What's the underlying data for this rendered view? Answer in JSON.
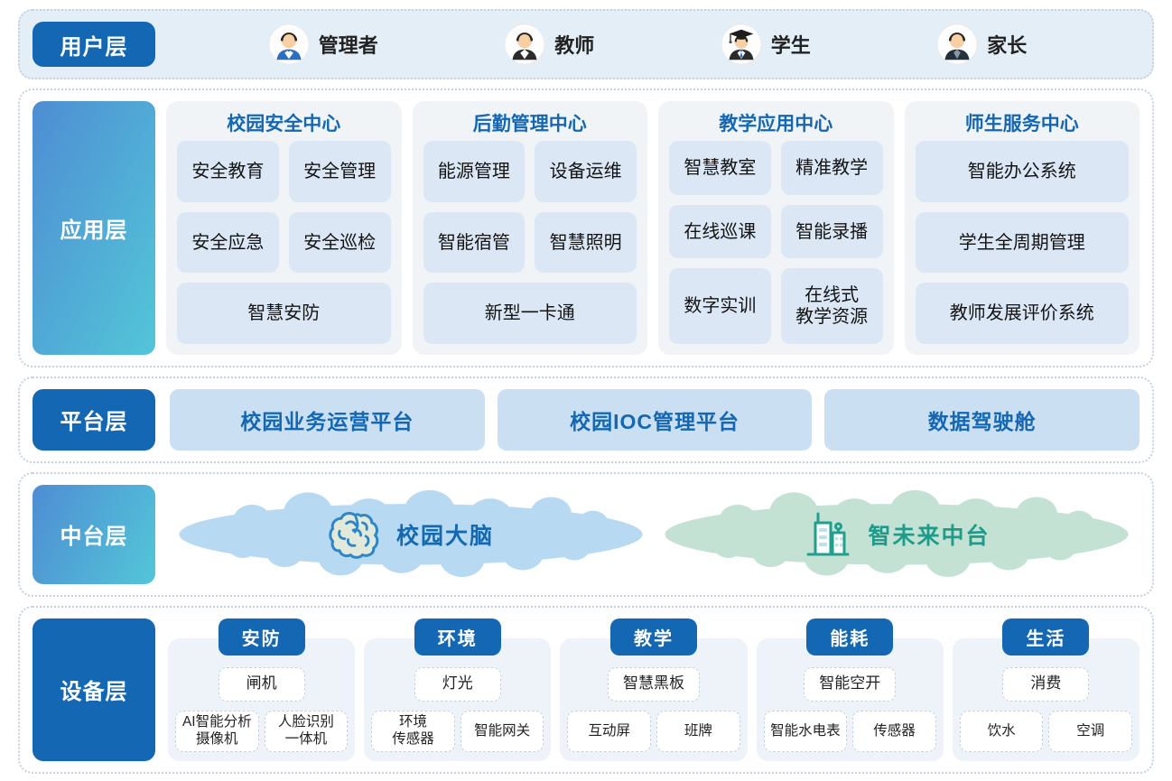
{
  "colors": {
    "accent_blue": "#1467b2",
    "label_gradient_start": "#4e8dd3",
    "label_gradient_end": "#53c6d8",
    "tile_blue": "#dbe7f5",
    "platform_tile": "#cadff1",
    "cloud_blue": "#b7daf2",
    "cloud_green": "#c3e2d4",
    "green_text": "#1e9c8b"
  },
  "layers": {
    "user": {
      "label": "用户层",
      "users": [
        {
          "name": "管理者",
          "icon": "admin-avatar"
        },
        {
          "name": "教师",
          "icon": "teacher-avatar"
        },
        {
          "name": "学生",
          "icon": "student-avatar"
        },
        {
          "name": "家长",
          "icon": "parent-avatar"
        }
      ]
    },
    "application": {
      "label": "应用层",
      "centers": [
        {
          "title": "校园安全中心",
          "items": [
            "安全教育",
            "安全管理",
            "安全应急",
            "安全巡检",
            "智慧安防"
          ]
        },
        {
          "title": "后勤管理中心",
          "items": [
            "能源管理",
            "设备运维",
            "智能宿管",
            "智慧照明",
            "新型一卡通"
          ]
        },
        {
          "title": "教学应用中心",
          "items": [
            "智慧教室",
            "精准教学",
            "在线巡课",
            "智能录播",
            "数字实训",
            "在线式\n教学资源"
          ]
        },
        {
          "title": "师生服务中心",
          "items": [
            "智能办公系统",
            "学生全周期管理",
            "教师发展评价系统"
          ]
        }
      ]
    },
    "platform": {
      "label": "平台层",
      "items": [
        "校园业务运营平台",
        "校园IOC管理平台",
        "数据驾驶舱"
      ]
    },
    "middle": {
      "label": "中台层",
      "clouds": [
        {
          "name": "校园大脑",
          "icon": "brain-icon",
          "theme": "blue"
        },
        {
          "name": "智未来中台",
          "icon": "building-icon",
          "theme": "green"
        }
      ]
    },
    "device": {
      "label": "设备层",
      "groups": [
        {
          "title": "安防",
          "featured": "闸机",
          "items": [
            "AI智能分析\n摄像机",
            "人脸识别\n一体机"
          ]
        },
        {
          "title": "环境",
          "featured": "灯光",
          "items": [
            "环境\n传感器",
            "智能网关"
          ]
        },
        {
          "title": "教学",
          "featured": "智慧黑板",
          "items": [
            "互动屏",
            "班牌"
          ]
        },
        {
          "title": "能耗",
          "featured": "智能空开",
          "items": [
            "智能水电表",
            "传感器"
          ]
        },
        {
          "title": "生活",
          "featured": "消费",
          "items": [
            "饮水",
            "空调"
          ]
        }
      ]
    }
  }
}
